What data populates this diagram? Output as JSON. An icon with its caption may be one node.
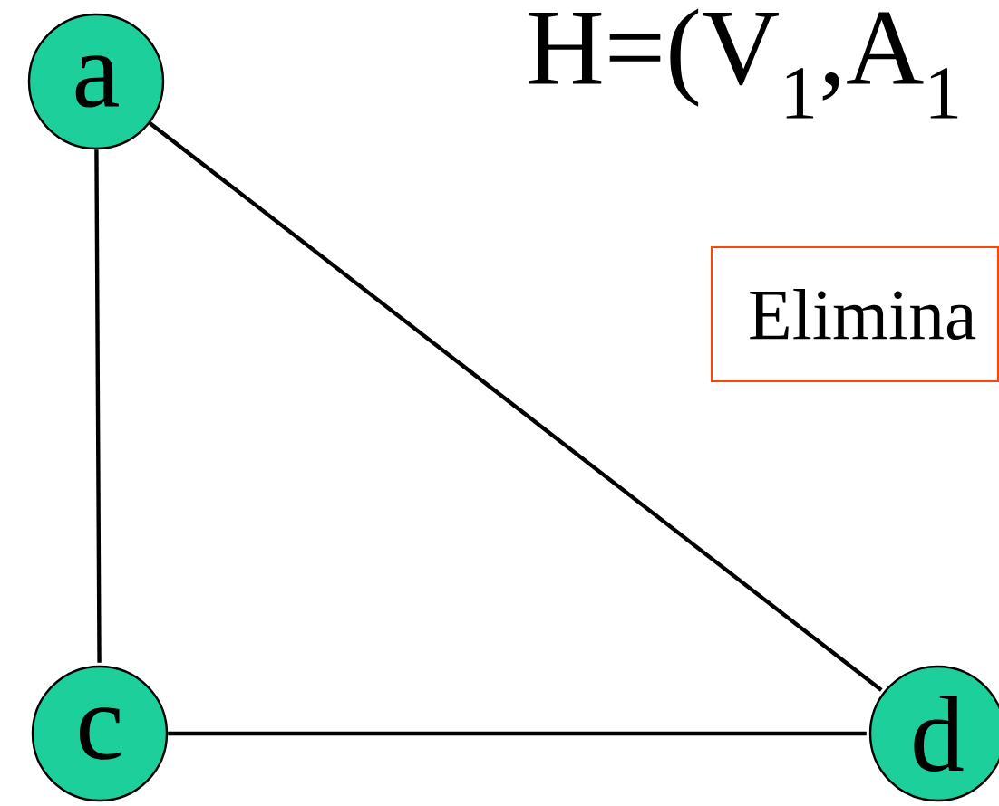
{
  "diagram": {
    "nodes": [
      {
        "text": [
          "a"
        ]
      },
      {
        "text": [
          "c"
        ]
      },
      {
        "text": [
          "d"
        ]
      },
      {
        "text": [
          "Elimina"
        ]
      }
    ],
    "edges": [
      {
        "from": 0,
        "to": 1,
        "arrow": "none"
      },
      {
        "from": 0,
        "to": 2,
        "arrow": "none"
      },
      {
        "from": 1,
        "to": 2,
        "arrow": "none"
      }
    ],
    "labels": [
      "H=(V$_{1}$,A$_{1}$"
    ]
  }
}
